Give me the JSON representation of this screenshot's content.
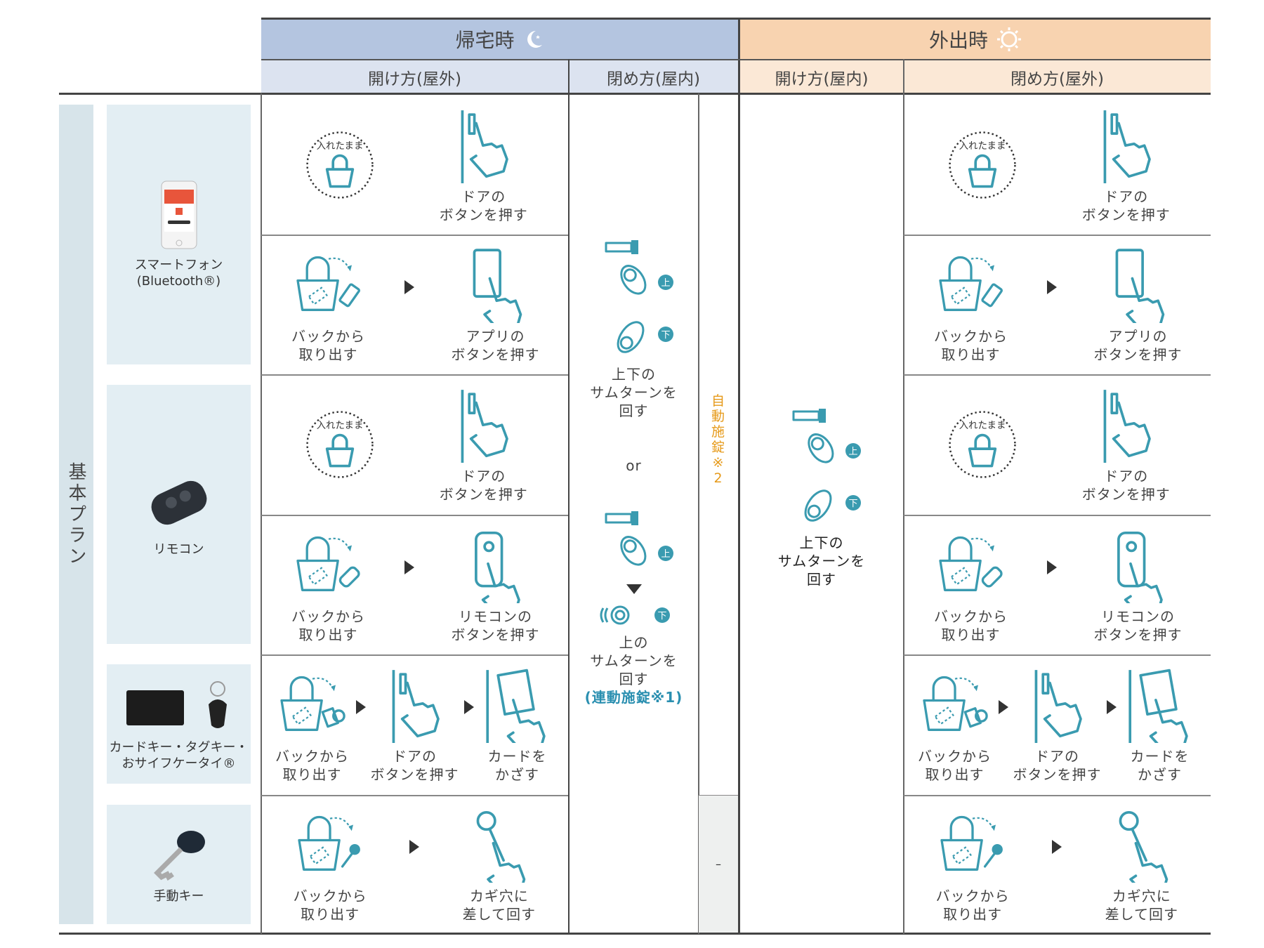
{
  "header": {
    "return_home": {
      "title": "帰宅時",
      "icon": "moon-icon",
      "color": "#b4c5e0",
      "sub_color": "#dce3f0"
    },
    "going_out": {
      "title": "外出時",
      "icon": "sun-icon",
      "color": "#f8d3b0",
      "sub_color": "#fbe8d6"
    },
    "open_outside": "開け方(屋外)",
    "close_inside": "閉め方(屋内)",
    "open_inside": "開け方(屋内)",
    "close_outside": "閉め方(屋外)"
  },
  "side_label": "基本プラン",
  "devices": [
    {
      "label": "スマートフォン\n(Bluetooth®)",
      "icon": "smartphone-icon"
    },
    {
      "label": "リモコン",
      "icon": "remote-control-icon"
    },
    {
      "label": "カードキー・タグキー・\nおサイフケータイ®",
      "icon": "card-key-icon"
    },
    {
      "label": "手動キー",
      "icon": "manual-key-icon"
    }
  ],
  "stamp_text": "入れたまま",
  "rows": [
    [
      {
        "icon": "stamp",
        "label": ""
      },
      {
        "icon": "door",
        "label": "ドアの\nボタンを押す"
      }
    ],
    [
      {
        "icon": "bag-phone",
        "label": "バックから\n取り出す"
      },
      {
        "icon": "phone",
        "label": "アプリの\nボタンを押す"
      }
    ],
    [
      {
        "icon": "stamp",
        "label": ""
      },
      {
        "icon": "door",
        "label": "ドアの\nボタンを押す"
      }
    ],
    [
      {
        "icon": "bag-remote",
        "label": "バックから\n取り出す"
      },
      {
        "icon": "remote",
        "label": "リモコンの\nボタンを押す"
      }
    ],
    [
      {
        "icon": "bag-card",
        "label": "バックから\n取り出す"
      },
      {
        "icon": "door",
        "label": "ドアの\nボタンを押す"
      },
      {
        "icon": "card",
        "label": "カードを\nかざす"
      }
    ],
    [
      {
        "icon": "bag-key",
        "label": "バックから\n取り出す"
      },
      {
        "icon": "key",
        "label": "カギ穴に\n差して回す"
      }
    ]
  ],
  "close_inside": {
    "option1": "上下の\nサムターンを\n回す",
    "or": "or",
    "option2": "上の\nサムターンを\n回す",
    "option2_note": "(連動施錠※1)",
    "up": "上",
    "down": "下"
  },
  "auto_lock": {
    "label": "自動施錠\n※2",
    "manual_key": "–",
    "color": "#e69a1a"
  },
  "open_inside": {
    "label": "上下の\nサムターンを\n回す"
  },
  "colors": {
    "teal": "#3a9bb0",
    "note": "#2a8fb0"
  }
}
